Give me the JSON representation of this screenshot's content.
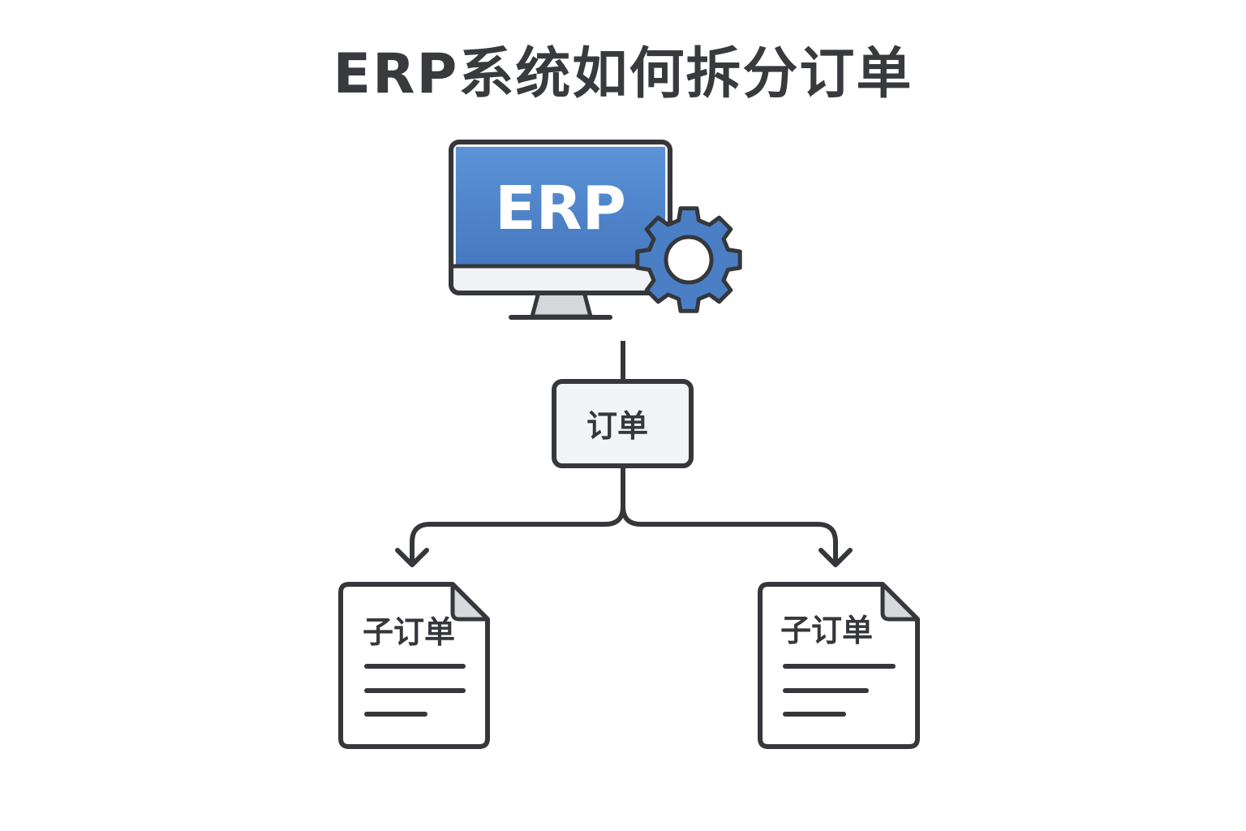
{
  "title": "ERP系统如何拆分订单",
  "monitor": {
    "screen_label": "ERP"
  },
  "parent_order": {
    "label": "订单"
  },
  "sub_orders": [
    {
      "label": "子订单"
    },
    {
      "label": "子订单"
    }
  ],
  "colors": {
    "outline": "#35373b",
    "screen_blue": "#4a80c8",
    "screen_blue_light": "#5a92d6",
    "gear_blue": "#4a7fc6",
    "panel_fill": "#f3f4f7",
    "fold_fill": "#d8d9dc"
  }
}
